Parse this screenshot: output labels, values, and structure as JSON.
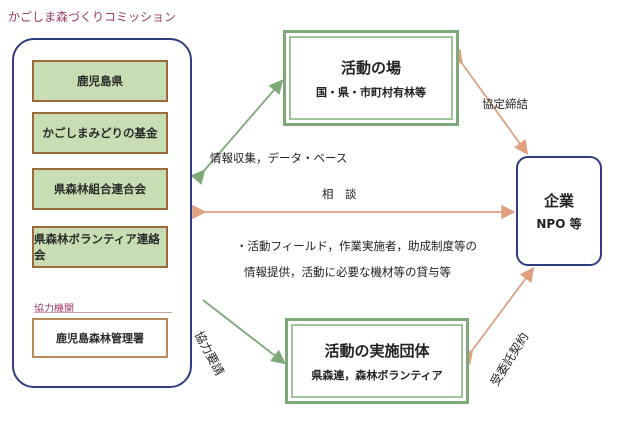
{
  "commission_title": "かごしま森づくりコミッション",
  "members": [
    "鹿児島県",
    "かごしまみどりの基金",
    "県森林組合連合会",
    "県森林ボランティア連絡会"
  ],
  "cooperation": {
    "label": "協力機関",
    "org": "鹿児島森林管理署"
  },
  "box_top": {
    "title": "活動の場",
    "subtitle": "国・県・市町村有林等"
  },
  "box_bottom": {
    "title": "活動の実施団体",
    "subtitle": "県森連，森林ボランティア"
  },
  "box_company": {
    "line1": "企業",
    "line2": "NPO 等"
  },
  "labels": {
    "info_collection": "情報収集，データ・ベース",
    "consultation": "相　談",
    "activities_1": "・活動フィールド，作業実施者，助成制度等の",
    "activities_2": "情報提供，活動に必要な機材等の貸与等",
    "agreement": "協定締結",
    "cooperation_request": "協力要請",
    "contract": "受委託契約"
  },
  "colors": {
    "arrow_green": "#7fa87a",
    "arrow_orange": "#e0a080",
    "border_navy": "#2f3c82",
    "member_fill": "#c8ddb3"
  }
}
